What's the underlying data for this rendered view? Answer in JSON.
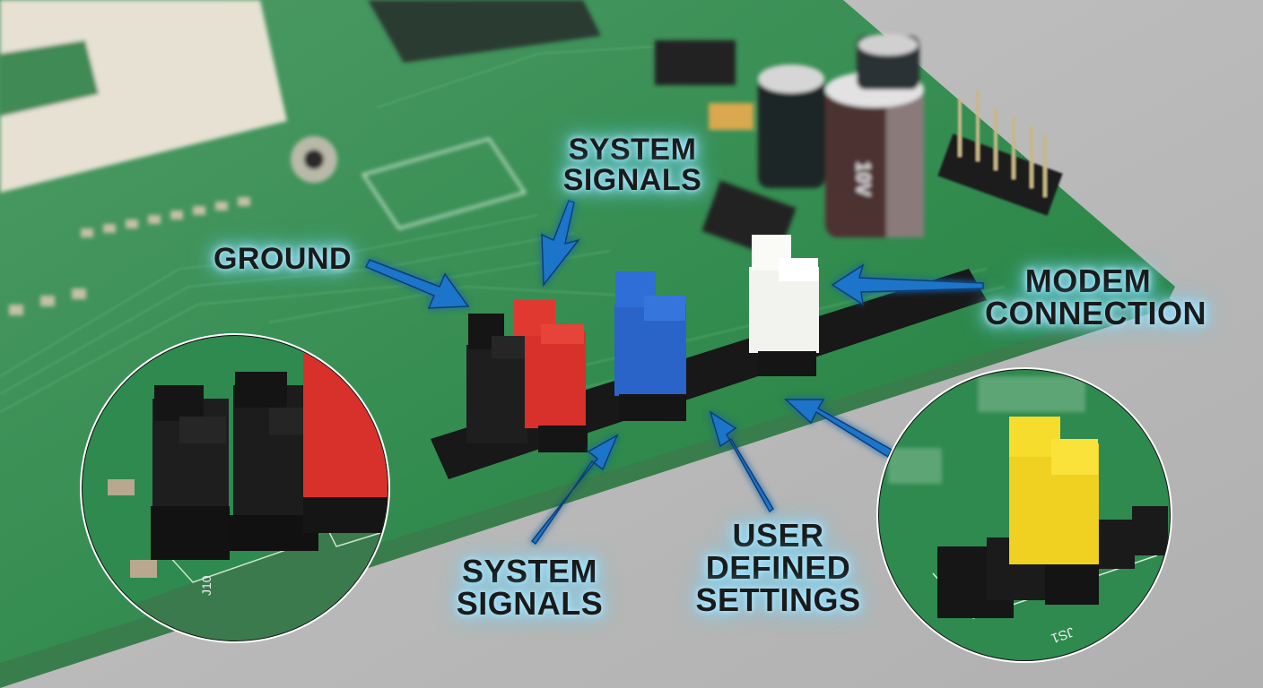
{
  "image": {
    "description": "Close-up photo of a green PCB motherboard with jumper headers, annotated with callout labels and blue arrows",
    "background_color": "#b9b9b9",
    "board_color": "#2f8a4c"
  },
  "labels": {
    "system_signals_top": {
      "line1": "SYSTEM",
      "line2": "SIGNALS"
    },
    "ground": {
      "line1": "GROUND"
    },
    "modem_connection": {
      "line1": "MODEM",
      "line2": "CONNECTION"
    },
    "system_signals_bottom": {
      "line1": "SYSTEM",
      "line2": "SIGNALS"
    },
    "user_defined_settings": {
      "line1": "USER",
      "line2": "DEFINED",
      "line3": "SETTINGS"
    }
  },
  "capacitor": {
    "marking": "10V"
  },
  "jumpers": [
    {
      "color_name": "black",
      "color": "#1e1e1e"
    },
    {
      "color_name": "red",
      "color": "#d8302a"
    },
    {
      "color_name": "blue",
      "color": "#2a64c8"
    },
    {
      "color_name": "white",
      "color": "#f2f2ee"
    }
  ],
  "insets": {
    "left": {
      "jumpers": [
        "black",
        "black",
        "red"
      ],
      "silkscreen": "J10"
    },
    "right": {
      "jumpers": [
        "yellow"
      ],
      "jumper_color": "#f0d020",
      "silkscreen": "JS1"
    }
  },
  "arrow_color": "#1e74c8"
}
